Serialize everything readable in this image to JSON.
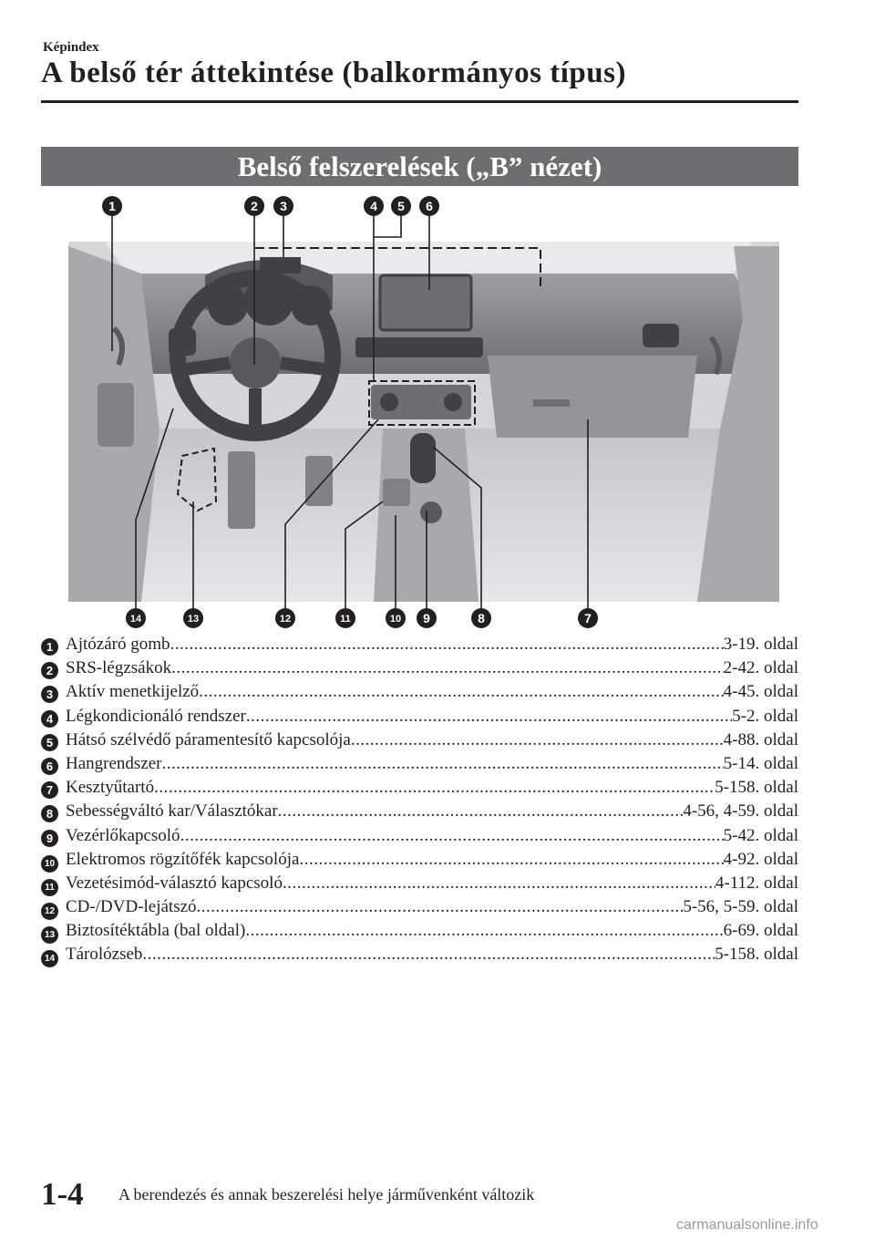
{
  "header": {
    "section_label": "Képindex",
    "title": "A belső tér áttekintése (balkormányos típus)"
  },
  "banner": {
    "text": "Belső felszerelések („B” nézet)"
  },
  "figure": {
    "callouts": [
      "1",
      "2",
      "3",
      "4",
      "5",
      "6",
      "7",
      "8",
      "9",
      "10",
      "11",
      "12",
      "13",
      "14"
    ]
  },
  "legend": [
    {
      "num": "1",
      "label": "Ajtózáró gomb",
      "ref": "3-19. oldal"
    },
    {
      "num": "2",
      "label": "SRS-légzsákok",
      "ref": "2-42. oldal"
    },
    {
      "num": "3",
      "label": "Aktív menetkijelző",
      "ref": "4-45. oldal"
    },
    {
      "num": "4",
      "label": "Légkondicionáló rendszer",
      "ref": "5-2. oldal"
    },
    {
      "num": "5",
      "label": "Hátsó szélvédő páramentesítő kapcsolója",
      "ref": "4-88. oldal"
    },
    {
      "num": "6",
      "label": "Hangrendszer",
      "ref": "5-14. oldal"
    },
    {
      "num": "7",
      "label": "Kesztyűtartó",
      "ref": "5-158. oldal"
    },
    {
      "num": "8",
      "label": "Sebességváltó kar/Választókar",
      "ref": "4-56, 4-59. oldal"
    },
    {
      "num": "9",
      "label": "Vezérlőkapcsoló",
      "ref": "5-42. oldal"
    },
    {
      "num": "10",
      "label": "Elektromos rögzítőfék kapcsolója",
      "ref": "4-92. oldal"
    },
    {
      "num": "11",
      "label": "Vezetésimód-választó kapcsoló",
      "ref": "4-112. oldal"
    },
    {
      "num": "12",
      "label": "CD-/DVD-lejátszó",
      "ref": "5-56, 5-59. oldal"
    },
    {
      "num": "13",
      "label": "Biztosítéktábla (bal oldal)",
      "ref": "6-69. oldal"
    },
    {
      "num": "14",
      "label": "Tárolózseb",
      "ref": "5-158. oldal"
    }
  ],
  "footer": {
    "page_number": "1-4",
    "note": "A berendezés és annak beszerelési helye járművenként változik"
  },
  "watermark": "carmanualsonline.info"
}
